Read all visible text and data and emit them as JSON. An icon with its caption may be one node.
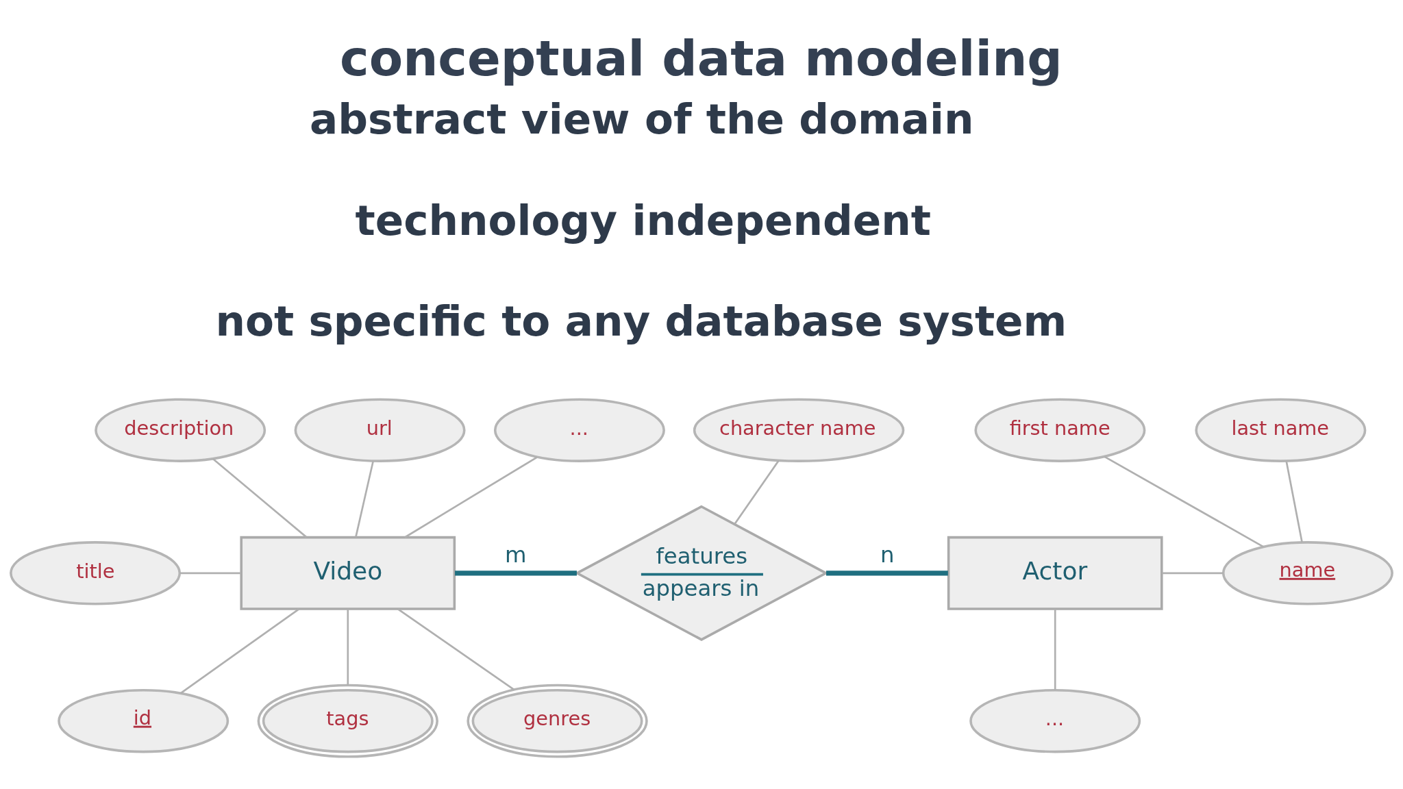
{
  "diagram": {
    "title": "conceptual data modeling",
    "nodes": [
      {
        "text": [
          "Video"
        ]
      },
      {
        "text": [
          "title"
        ]
      },
      {
        "text": [
          "description"
        ]
      },
      {
        "text": [
          "url"
        ]
      },
      {
        "text": [
          "..."
        ]
      },
      {
        "text": [
          "id"
        ]
      },
      {
        "text": [
          "tags"
        ]
      },
      {
        "text": [
          "genres"
        ]
      },
      {
        "text": [
          "features",
          "appears in"
        ]
      },
      {
        "text": [
          "character name"
        ]
      },
      {
        "text": [
          "Actor"
        ]
      },
      {
        "text": [
          "first name"
        ]
      },
      {
        "text": [
          "last name"
        ]
      },
      {
        "text": [
          "name"
        ]
      },
      {
        "text": [
          "..."
        ]
      }
    ],
    "edges": [
      {
        "from": 1,
        "to": 0,
        "arrow": "none"
      },
      {
        "from": 2,
        "to": 0,
        "arrow": "none"
      },
      {
        "from": 3,
        "to": 0,
        "arrow": "none"
      },
      {
        "from": 4,
        "to": 0,
        "arrow": "none"
      },
      {
        "from": 0,
        "to": 5,
        "arrow": "none"
      },
      {
        "from": 0,
        "to": 6,
        "arrow": "none"
      },
      {
        "from": 0,
        "to": 7,
        "arrow": "none"
      },
      {
        "from": 0,
        "to": 8,
        "arrow": "none",
        "label": "m",
        "style": "thick",
        "color": "#1f6f80"
      },
      {
        "from": 8,
        "to": 10,
        "arrow": "none",
        "label": "n",
        "style": "thick",
        "color": "#1f6f80"
      },
      {
        "from": 9,
        "to": 8,
        "arrow": "none"
      },
      {
        "from": 10,
        "to": 13,
        "arrow": "none"
      },
      {
        "from": 11,
        "to": 13,
        "arrow": "none"
      },
      {
        "from": 12,
        "to": 13,
        "arrow": "none"
      },
      {
        "from": 10,
        "to": 14,
        "arrow": "none"
      }
    ],
    "labels": [
      "abstract view of the domain",
      "technology independent",
      "not specific to any database system"
    ]
  }
}
